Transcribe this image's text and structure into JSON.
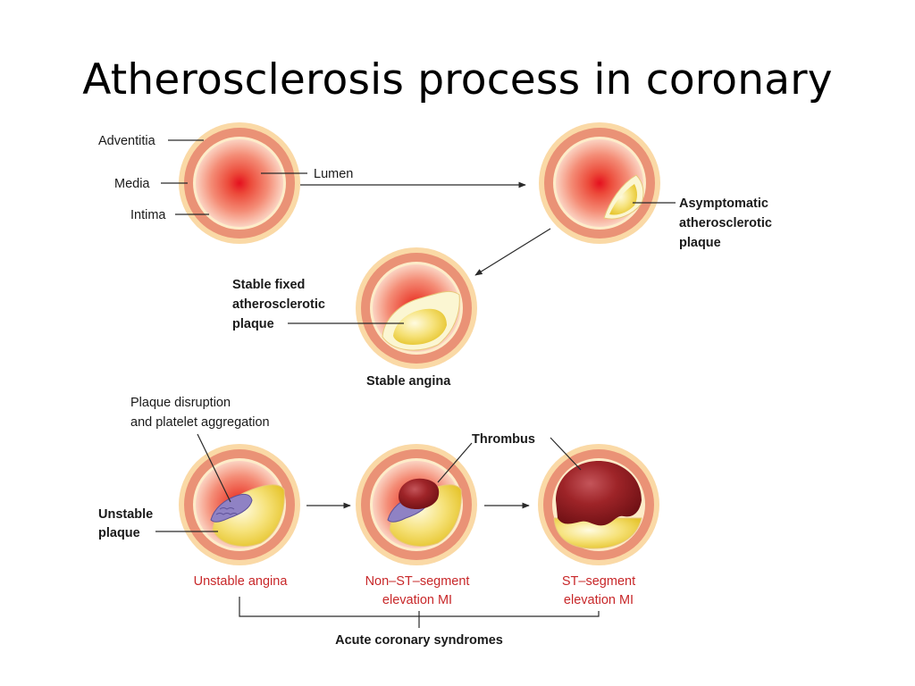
{
  "title": "Atherosclerosis process in coronary",
  "labels": {
    "adventitia": "Adventitia",
    "media": "Media",
    "intima": "Intima",
    "lumen": "Lumen",
    "asymptomatic": [
      "Asymptomatic",
      "atherosclerotic",
      "plaque"
    ],
    "stable_fixed": [
      "Stable fixed",
      "atherosclerotic",
      "plaque"
    ],
    "stable_angina": "Stable angina",
    "plaque_disruption": [
      "Plaque disruption",
      "and platelet aggregation"
    ],
    "thrombus": "Thrombus",
    "unstable_plaque": [
      "Unstable",
      "plaque"
    ],
    "unstable_angina": "Unstable angina",
    "nstemi": [
      "Non–ST–segment",
      "elevation MI"
    ],
    "stemi": [
      "ST–segment",
      "elevation MI"
    ],
    "acs": "Acute coronary syndromes"
  },
  "colors": {
    "adventitia": "#fad9a6",
    "media": "#ea9276",
    "intima": "#fdecc9",
    "lumen_center": "#e5101e",
    "lumen_edge": "#fbd3c2",
    "plaque": "#f3dc4a",
    "plaque_rim": "#fbf6d2",
    "thrombus": "#8b1a1e",
    "platelets": "#8f82c4",
    "outcome_text": "#c8282a"
  }
}
